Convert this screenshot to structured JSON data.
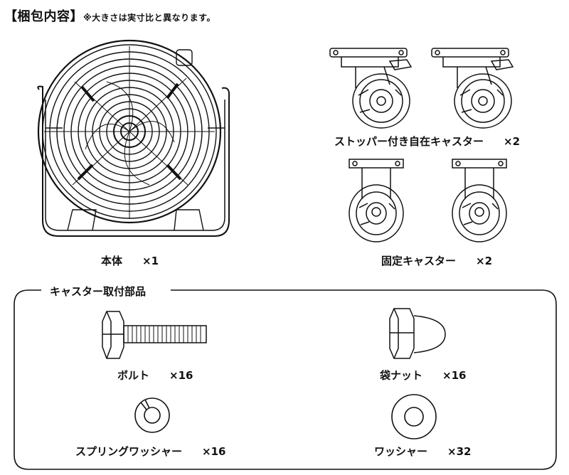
{
  "header": {
    "title": "【梱包内容】",
    "note": "※大きさは実寸比と異なります。"
  },
  "items": {
    "main_unit": {
      "label": "本体",
      "qty": "×1"
    },
    "stopper_caster": {
      "label": "ストッパー付き自在キャスター",
      "qty": "×2"
    },
    "fixed_caster": {
      "label": "固定キャスター",
      "qty": "×2"
    }
  },
  "parts_section": {
    "title": "キャスター取付部品",
    "bolt": {
      "label": "ボルト",
      "qty": "×16"
    },
    "cap_nut": {
      "label": "袋ナット",
      "qty": "×16"
    },
    "spring_washer": {
      "label": "スプリングワッシャー",
      "qty": "×16"
    },
    "washer": {
      "label": "ワッシャー",
      "qty": "×32"
    }
  }
}
